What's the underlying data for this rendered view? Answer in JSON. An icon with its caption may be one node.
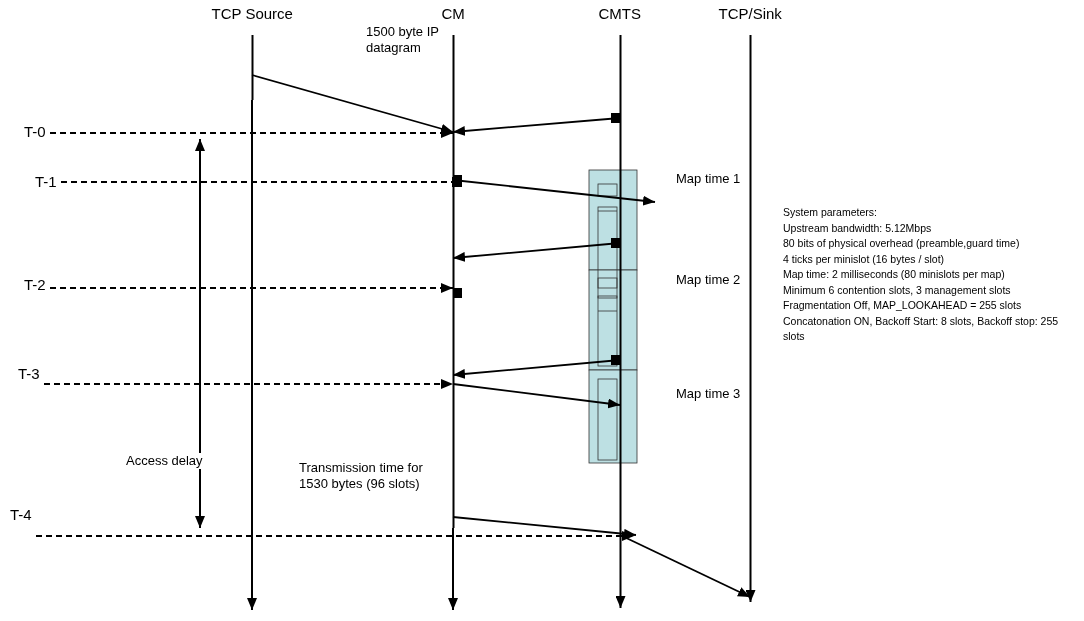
{
  "diagram": {
    "nodes": [
      {
        "text": [
          "TCP Source"
        ]
      },
      {
        "text": [
          "CM"
        ]
      },
      {
        "text": [
          "CMTS"
        ]
      },
      {
        "text": [
          "TCP/Sink"
        ]
      },
      {
        "text": [
          "T-0"
        ]
      },
      {
        "text": [
          "T-1"
        ]
      },
      {
        "text": [
          "T-2"
        ]
      },
      {
        "text": [
          "T-3"
        ]
      },
      {
        "text": [
          "T-4"
        ]
      }
    ],
    "edges": [
      {
        "from": 0,
        "to": 1,
        "arrow": "to",
        "label": "1500 byte IP datagram"
      },
      {
        "from": 2,
        "to": 1,
        "arrow": "to"
      },
      {
        "from": 1,
        "to": 2,
        "arrow": "to"
      },
      {
        "from": 2,
        "to": 1,
        "arrow": "to"
      },
      {
        "from": 2,
        "to": 1,
        "arrow": "to"
      },
      {
        "from": 1,
        "to": 2,
        "arrow": "to"
      },
      {
        "from": 1,
        "to": 2,
        "arrow": "to"
      },
      {
        "from": 2,
        "to": 3,
        "arrow": "to"
      },
      {
        "from": 4,
        "to": 1,
        "arrow": "to",
        "style": "dashed"
      },
      {
        "from": 5,
        "to": 1,
        "arrow": "other",
        "style": "dashed"
      },
      {
        "from": 6,
        "to": 1,
        "arrow": "to",
        "style": "dashed"
      },
      {
        "from": 7,
        "to": 1,
        "arrow": "to",
        "style": "dashed"
      },
      {
        "from": 8,
        "to": 2,
        "arrow": "to",
        "style": "dashed"
      }
    ],
    "labels": [
      "Map time 1",
      "System parameters:",
      "Upstream bandwidth: 5.12Mbps",
      "80 bits of physical overhead (preamble,guard time)",
      "4 ticks per minislot (16 bytes / slot)",
      "Map time: 2 milliseconds (80 minislots per map)",
      "Minimum 6 contention slots,  3 management slots",
      "Fragmentation Off,  MAP_LOOKAHEAD = 255 slots",
      "Concatonation ON, Backoff Start: 8 slots,  Backoff stop: 255 slots",
      "Map time 2",
      "Map time 3",
      "Access delay",
      "Transmission time for 1530 bytes (96 slots)"
    ]
  }
}
